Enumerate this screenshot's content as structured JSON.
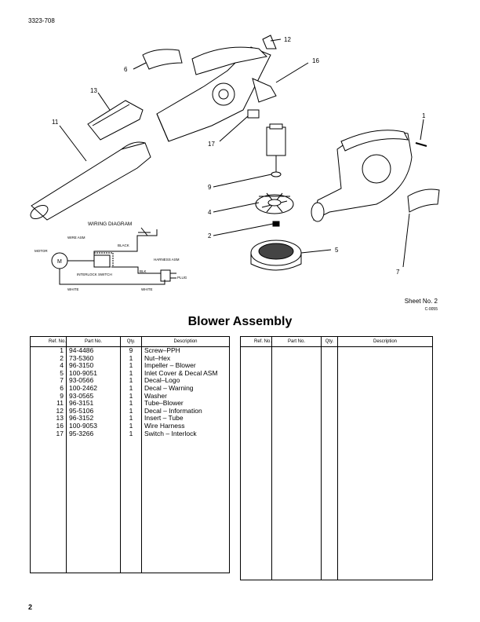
{
  "doc_id": "3323-708",
  "page_number": "2",
  "title": "Blower Assembly",
  "sheet": {
    "label": "Sheet No. 2",
    "code": "C-0055"
  },
  "diagram": {
    "callouts": [
      "12",
      "6",
      "16",
      "13",
      "11",
      "1",
      "17",
      "9",
      "4",
      "2",
      "5",
      "7"
    ],
    "wiring": {
      "title": "WIRING DIAGRAM",
      "motor": "MOTOR",
      "motor_symbol": "M",
      "wire_asm": "WIRE ASM",
      "black": "BLACK",
      "harness_asm": "HARNESS ASM",
      "blk": "BLK",
      "plug": "PLUG",
      "interlock_switch": "INTERLOCK SWITCH",
      "white1": "WHITE",
      "white2": "WHITE"
    }
  },
  "table": {
    "headers": [
      "Ref. No.",
      "Part No.",
      "Qty.",
      "Description"
    ],
    "rows": [
      {
        "ref": "1",
        "part": "94-4486",
        "qty": "9",
        "desc": "Screw–PPH"
      },
      {
        "ref": "2",
        "part": "73-5360",
        "qty": "1",
        "desc": "Nut–Hex"
      },
      {
        "ref": "4",
        "part": "96-3150",
        "qty": "1",
        "desc": "Impeller – Blower"
      },
      {
        "ref": "5",
        "part": "100-9051",
        "qty": "1",
        "desc": "Inlet Cover & Decal ASM"
      },
      {
        "ref": "7",
        "part": "93-0566",
        "qty": "1",
        "desc": "Decal–Logo"
      },
      {
        "ref": "6",
        "part": "100-2462",
        "qty": "1",
        "desc": "Decal – Warning"
      },
      {
        "ref": "9",
        "part": "93-0565",
        "qty": "1",
        "desc": "Washer"
      },
      {
        "ref": "11",
        "part": "96-3151",
        "qty": "1",
        "desc": "Tube–Blower"
      },
      {
        "ref": "12",
        "part": "95-5106",
        "qty": "1",
        "desc": "Decal – Information"
      },
      {
        "ref": "13",
        "part": "96-3152",
        "qty": "1",
        "desc": "Insert – Tube"
      },
      {
        "ref": "16",
        "part": "100-9053",
        "qty": "1",
        "desc": "Wire Harness"
      },
      {
        "ref": "17",
        "part": "95-3266",
        "qty": "1",
        "desc": "Switch – Interlock"
      }
    ]
  }
}
